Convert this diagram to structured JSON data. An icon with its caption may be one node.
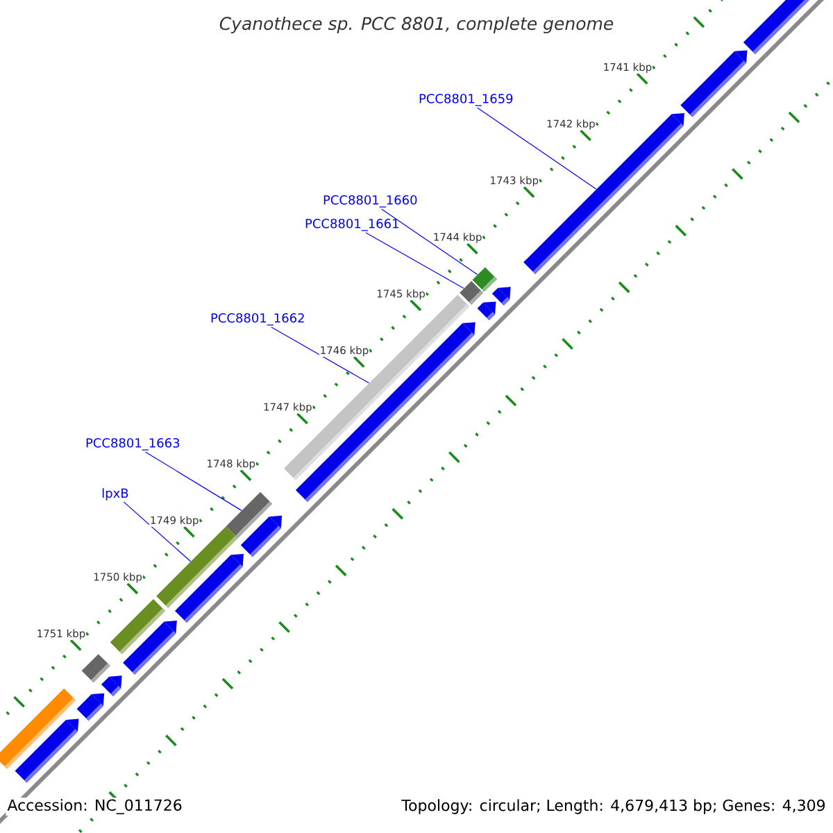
{
  "diagram": {
    "title": "Cyanothece sp. PCC 8801, complete genome",
    "nodes": [
      {
        "text": [
          "PCC8801_1659"
        ]
      },
      {
        "text": [],
        "shape": "arrow"
      },
      {
        "text": [
          "PCC8801_1660"
        ]
      },
      {
        "text": [
          "PCC8801_1661"
        ]
      },
      {
        "text": [],
        "shape": "bar"
      },
      {
        "text": [],
        "shape": "bar"
      },
      {
        "text": [
          "PCC8801_1662"
        ]
      },
      {
        "text": [],
        "shape": "bar"
      },
      {
        "text": [
          "PCC8801_1663"
        ]
      },
      {
        "text": [],
        "shape": "bar"
      },
      {
        "text": [
          "lpxB"
        ]
      },
      {
        "text": [],
        "shape": "bar"
      },
      {
        "text": [],
        "shape": "arrow"
      },
      {
        "text": [],
        "shape": "arrow"
      },
      {
        "text": [],
        "shape": "arrow"
      },
      {
        "text": [],
        "shape": "arrow"
      },
      {
        "text": [],
        "shape": "arrow"
      },
      {
        "text": [],
        "shape": "arrow"
      },
      {
        "text": [],
        "shape": "arrow"
      },
      {
        "text": [],
        "shape": "bar"
      },
      {
        "text": [],
        "shape": "arrow"
      },
      {
        "text": [],
        "shape": "arrow"
      },
      {
        "text": [],
        "shape": "bar"
      },
      {
        "text": [],
        "shape": "arrow"
      },
      {
        "text": [],
        "shape": "bar"
      },
      {
        "text": [],
        "shape": "arrow"
      }
    ],
    "edges": [
      {
        "from": 0,
        "to": 1,
        "arrow": "none"
      },
      {
        "from": 2,
        "to": 4,
        "arrow": "none"
      },
      {
        "from": 3,
        "to": 5,
        "arrow": "none"
      },
      {
        "from": 6,
        "to": 7,
        "arrow": "none"
      },
      {
        "from": 8,
        "to": 9,
        "arrow": "none"
      },
      {
        "from": 10,
        "to": 11,
        "arrow": "none"
      }
    ],
    "labels": [
      "1741 kbp",
      "1742 kbp",
      "1743 kbp",
      "1744 kbp",
      "1745 kbp",
      "1746 kbp",
      "1747 kbp",
      "1748 kbp",
      "1749 kbp",
      "1750 kbp",
      "1751 kbp",
      "Accession: NC_011726",
      "Topology: circular; Length: 4,679,413 bp; Genes: 4,309"
    ]
  }
}
